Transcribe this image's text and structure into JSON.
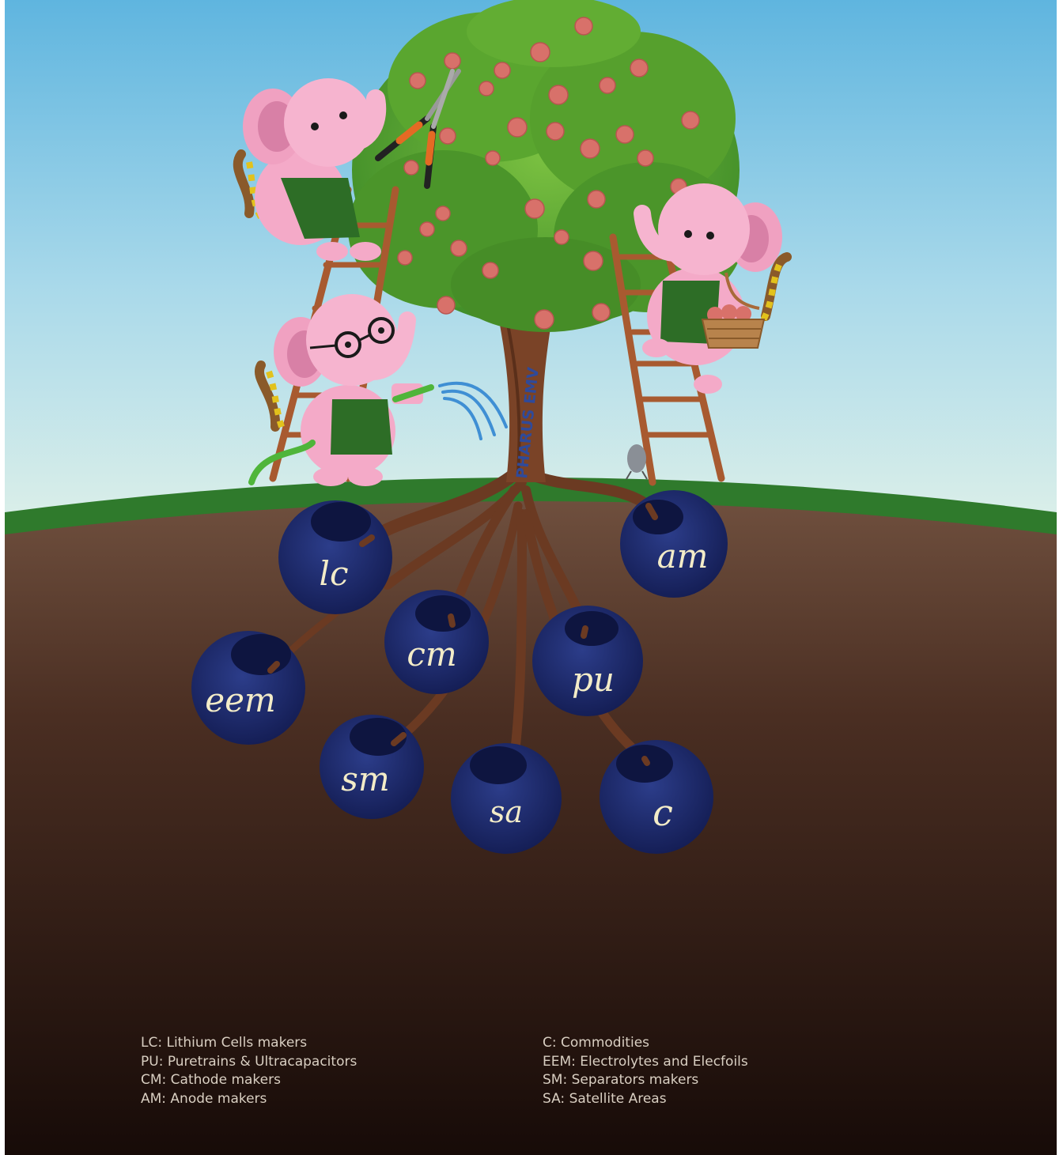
{
  "tree": {
    "trunk_brand": "PHARUS EMV"
  },
  "pots": [
    {
      "key": "lc",
      "label": "lc"
    },
    {
      "key": "am",
      "label": "am"
    },
    {
      "key": "cm",
      "label": "cm"
    },
    {
      "key": "pu",
      "label": "pu"
    },
    {
      "key": "eem",
      "label": "eem"
    },
    {
      "key": "sm",
      "label": "sm"
    },
    {
      "key": "sa",
      "label": "sa"
    },
    {
      "key": "c",
      "label": "c"
    }
  ],
  "legend": {
    "left": [
      "LC: Lithium Cells makers",
      "PU: Puretrains & Ultracapacitors",
      "CM: Cathode makers",
      "AM: Anode makers"
    ],
    "right": [
      "C: Commodities",
      "EEM: Electrolytes and Elecfoils",
      "SM: Separators makers",
      "SA: Satellite Areas"
    ]
  },
  "colors": {
    "sky_top": "#63b8e0",
    "sky_bottom": "#d8eee9",
    "grass": "#2f7d2e",
    "soil_top": "#6f4f3a",
    "soil_bottom": "#1b0e0a",
    "pot": "#1f2d6e",
    "foliage": "#4c9a2a",
    "fruit": "#d8706a",
    "elephant": "#f4aac8",
    "apron": "#2c6b24",
    "ladder": "#b05c32"
  }
}
